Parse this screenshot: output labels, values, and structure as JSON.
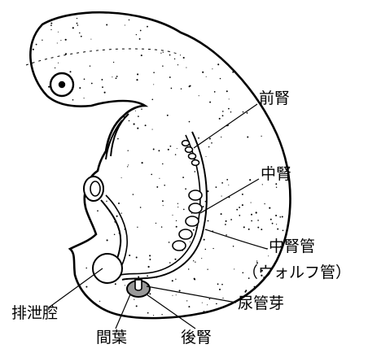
{
  "labels": {
    "pronephros": "前腎",
    "mesonephros": "中腎",
    "mesonephric_duct": "中腎管",
    "wolffian_duct": "（ウォルフ管）",
    "ureteric_bud": "尿管芽",
    "cloaca": "排泄腔",
    "mesenchyme": "間葉",
    "metanephros": "後腎"
  },
  "colors": {
    "outline": "#000000",
    "background": "#ffffff",
    "stipple": "#000000"
  }
}
